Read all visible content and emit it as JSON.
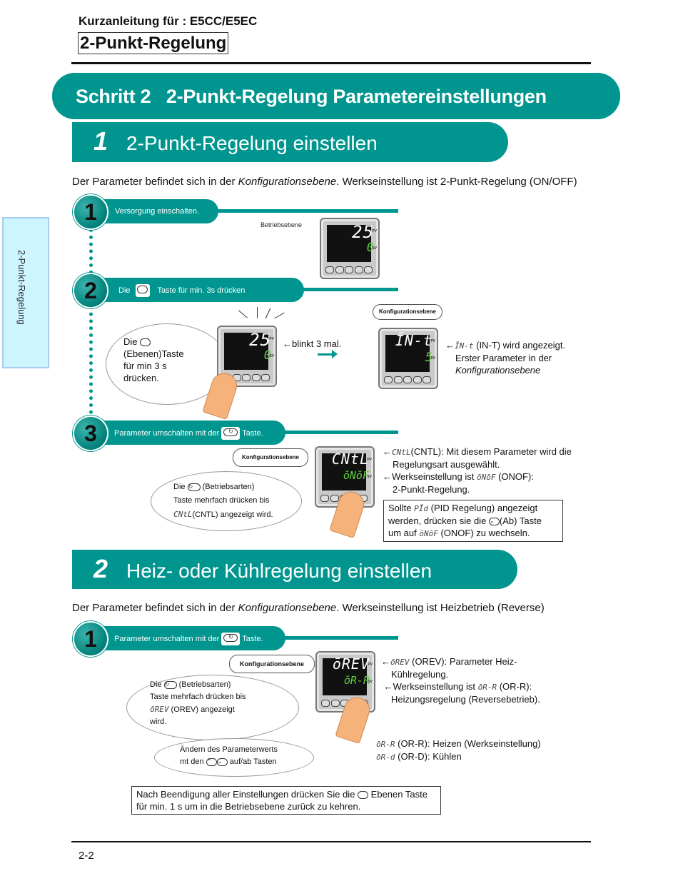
{
  "header": {
    "subtitle": "Kurzanleitung für : E5CC/E5EC",
    "title": "2-Punkt-Regelung"
  },
  "side_tab": {
    "label": "2-Punkt-Regelung"
  },
  "step_banner": {
    "label": "Schritt 2   2-Punkt-Regelung Parametereinstellungen"
  },
  "colors": {
    "accent": "#00968f",
    "side_tab_bg": "#ccf5ff",
    "sv_green": "#5fcf3f"
  },
  "section1": {
    "number": "1",
    "title": "2-Punkt-Regelung einstellen",
    "intro_pre": "Der Parameter befindet sich in der ",
    "intro_italic": "Konfigurationsebene",
    "intro_post": ". Werkseinstellung ist 2-Punkt-Regelung (ON/OFF)",
    "steps": [
      {
        "number": "1",
        "label": "Versorgung einschalten.",
        "level_label": "Betriebsebene",
        "display": {
          "pv": "25",
          "sv": "0"
        }
      },
      {
        "number": "2",
        "label_pre": "Die",
        "key_icon": "level-key-icon",
        "label_post": "Taste für min. 3s drücken",
        "bubble_line1_pre": "Die",
        "bubble_line2": "(Ebenen)Taste",
        "bubble_line3": "für min 3 s",
        "bubble_line4": "drücken.",
        "display_before": {
          "pv": "25",
          "sv": "0"
        },
        "blink_note": "←blinkt 3 mal.",
        "config_label": "Konfigurationsebene",
        "display_after": {
          "pv": "ĪN-t",
          "sv": "5"
        },
        "desc_lcd": "ĪN-t",
        "desc_line1": " (IN-T) wird angezeigt.",
        "desc_line2": "Erster Parameter in der",
        "desc_line3_italic": "Konfigurationsebene"
      },
      {
        "number": "3",
        "label_pre": "Parameter umschalten mit der",
        "key_icon": "mode-key-icon",
        "label_post": "Taste.",
        "config_label": "Konfigurationsebene",
        "display": {
          "pv": "CNtL",
          "sv": "ōNōF"
        },
        "bubble_line1_pre": "Die",
        "bubble_line1_post": "(Betriebsarten)",
        "bubble_line2": "Taste mehrfach drücken bis",
        "bubble_line3_lcd": "CNtL",
        "bubble_line3_post": "(CNTL) angezeigt wird.",
        "desc1_lcd": "CNtL",
        "desc1_text": "(CNTL): Mit diesem Parameter wird die",
        "desc1_cont": "Regelungsart ausgewählt.",
        "desc2_text": "←Werkseinstellung ist ",
        "desc2_lcd": "ōNōF",
        "desc2_post": " (ONOF):",
        "desc2_cont": "2-Punkt-Regelung.",
        "note_pre": "Sollte ",
        "note_lcd1": "PĪd",
        "note_mid1": " (PID Regelung) angezeigt",
        "note_line2_pre": "werden, drücken sie die ",
        "note_line2_post": "(Ab) Taste",
        "note_line3_pre": "um auf ",
        "note_lcd2": "ōNōF",
        "note_line3_post": " (ONOF) zu wechseln."
      }
    ]
  },
  "section2": {
    "number": "2",
    "title": "Heiz- oder Kühlregelung einstellen",
    "intro_pre": "Der Parameter befindet sich in der ",
    "intro_italic": "Konfigurationsebene",
    "intro_post": ". Werkseinstellung ist Heizbetrieb (Reverse)",
    "step": {
      "number": "1",
      "label_pre": "Parameter umschalten mit der",
      "label_post": "Taste.",
      "config_label": "Konfigurationsebene",
      "display": {
        "pv": "ōREV",
        "sv": "ōR-R"
      },
      "bubble_line1_pre": "Die",
      "bubble_line1_post": "(Betriebsarten)",
      "bubble_line2": "Taste mehrfach drücken bis",
      "bubble_line3_lcd": "ōREV",
      "bubble_line3_post": " (OREV) angezeigt",
      "bubble_line4": "wird.",
      "bubble2_line1": "Ändern des Parameterwerts",
      "bubble2_line2_pre": "mt den",
      "bubble2_line2_post": "auf/ab Tasten",
      "desc1_lcd": "ōREV",
      "desc1_text": " (OREV): Parameter Heiz-",
      "desc1_cont": "Kühlregelung.",
      "desc2_text": "←Werkseinstellung ist ",
      "desc2_lcd": "ōR-R",
      "desc2_post": " (OR-R):",
      "desc2_cont": "Heizungsregelung (Reversebetrieb).",
      "opt1_lcd": "ōR-R",
      "opt1_text": " (OR-R): Heizen (Werkseinstellung)",
      "opt2_lcd": "ōR-d",
      "opt2_text": " (OR-D): Kühlen"
    },
    "final_note_pre": "Nach Beendigung aller Einstellungen drücken Sie die",
    "final_note_post": " Ebenen Taste",
    "final_note_line2": "für min. 1 s um in die Betriebsebene zurück zu kehren."
  },
  "device": {
    "pv_label": "PV",
    "sv_label": "SV"
  },
  "footer": {
    "page_number": "2-2"
  }
}
